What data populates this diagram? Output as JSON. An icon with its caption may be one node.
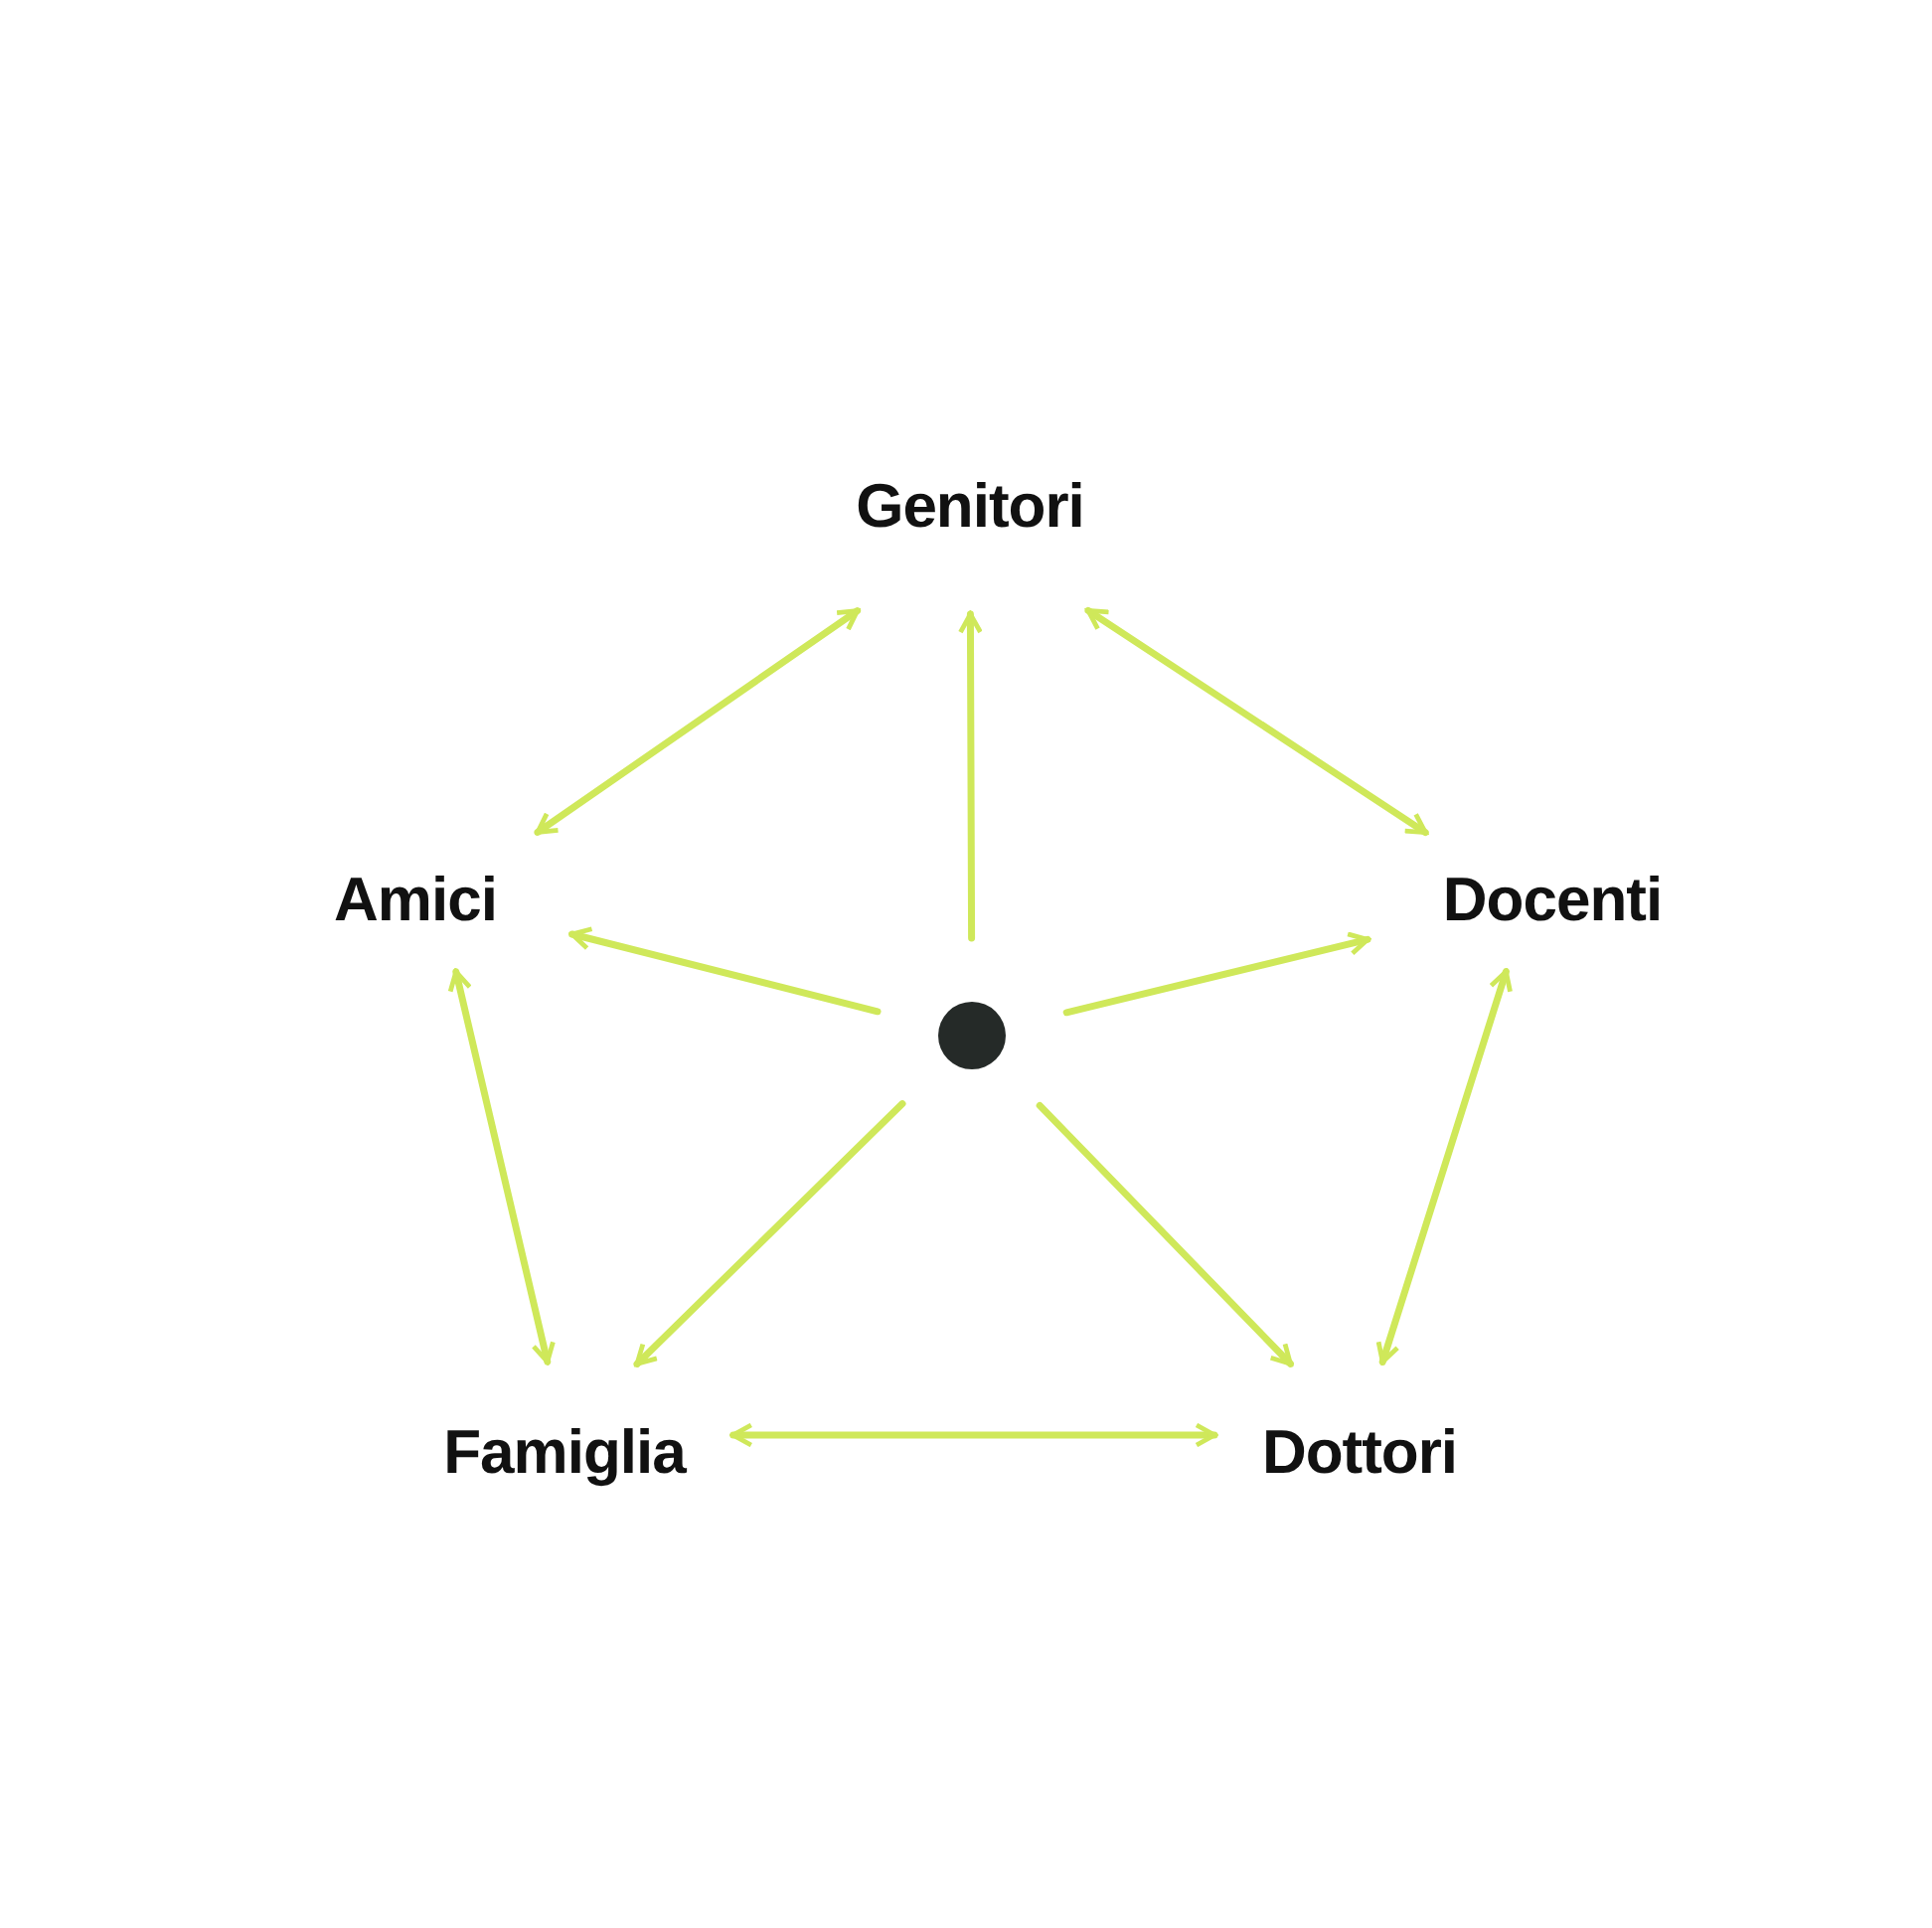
{
  "diagram": {
    "nodes": [
      {
        "text": [
          "Genitori"
        ]
      },
      {
        "text": [
          "Amici"
        ]
      },
      {
        "text": [
          "Docenti"
        ]
      },
      {
        "text": [
          "Famiglia"
        ]
      },
      {
        "text": [
          "Dottori"
        ]
      },
      {
        "text": [],
        "shape": "circle"
      }
    ],
    "edges": [
      {
        "from": 5,
        "to": 0,
        "arrow": "to"
      },
      {
        "from": 5,
        "to": 1,
        "arrow": "to"
      },
      {
        "from": 5,
        "to": 2,
        "arrow": "to"
      },
      {
        "from": 5,
        "to": 3,
        "arrow": "to"
      },
      {
        "from": 5,
        "to": 4,
        "arrow": "to"
      },
      {
        "from": 0,
        "to": 1,
        "arrow": "both"
      },
      {
        "from": 0,
        "to": 2,
        "arrow": "both"
      },
      {
        "from": 1,
        "to": 3,
        "arrow": "both"
      },
      {
        "from": 2,
        "to": 4,
        "arrow": "both"
      },
      {
        "from": 3,
        "to": 4,
        "arrow": "both"
      }
    ]
  }
}
